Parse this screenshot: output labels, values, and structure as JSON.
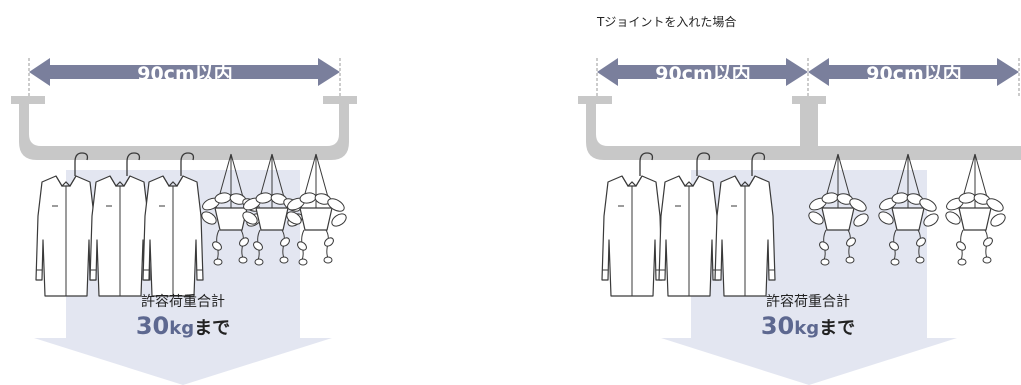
{
  "colors": {
    "rail": "#c8c8c8",
    "arrow_span": "#7a7f9c",
    "span_text": "#ffffff",
    "down_arrow": "#e3e6f1",
    "load_value": "#5d6890",
    "line": "#3a3a3a"
  },
  "icons": [
    "shirt-icon",
    "hanging-plant-icon",
    "hanger-icon"
  ],
  "panels": [
    {
      "caption": "",
      "span_label": "90cm以内",
      "load_label": "許容荷重合計",
      "load_number": "30",
      "load_unit": "kg",
      "load_suffix": "まで"
    },
    {
      "caption": "Tジョイントを入れた場合",
      "span_label": "90cm以内",
      "span_label_2": "90cm以内",
      "load_label": "許容荷重合計",
      "load_number": "30",
      "load_unit": "kg",
      "load_suffix": "まで"
    }
  ]
}
